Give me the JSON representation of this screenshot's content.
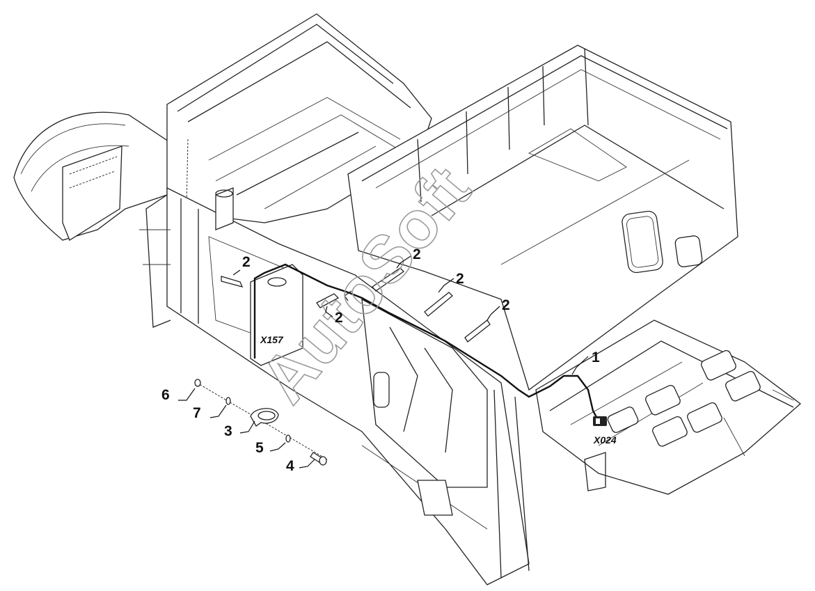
{
  "watermark": "AutoSoft",
  "callouts": [
    {
      "id": "c1",
      "label": "1"
    },
    {
      "id": "c2a",
      "label": "2"
    },
    {
      "id": "c2b",
      "label": "2"
    },
    {
      "id": "c2c",
      "label": "2"
    },
    {
      "id": "c2d",
      "label": "2"
    },
    {
      "id": "c2e",
      "label": "2"
    },
    {
      "id": "c3",
      "label": "3"
    },
    {
      "id": "c4",
      "label": "4"
    },
    {
      "id": "c5",
      "label": "5"
    },
    {
      "id": "c6",
      "label": "6"
    },
    {
      "id": "c7",
      "label": "7"
    }
  ],
  "connectors": {
    "x157": "X157",
    "x024": "X024"
  }
}
